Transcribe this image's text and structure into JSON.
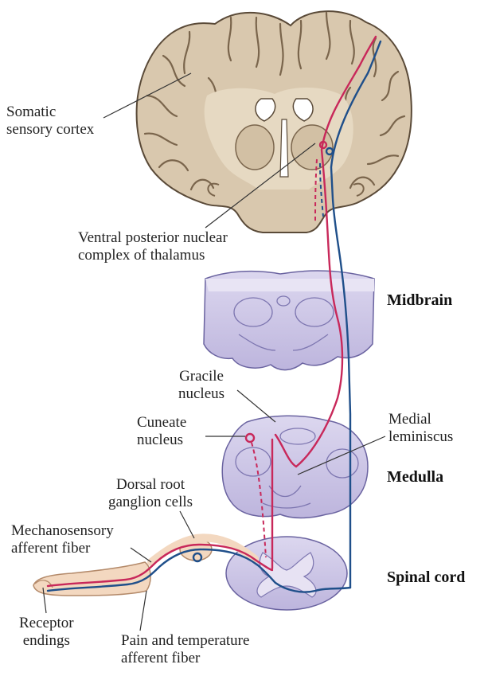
{
  "labels": {
    "somatic_cortex": [
      "Somatic",
      "sensory cortex"
    ],
    "thalamus": [
      "Ventral posterior nuclear",
      "complex of thalamus"
    ],
    "gracile": [
      "Gracile",
      "nucleus"
    ],
    "cuneate": [
      "Cuneate",
      "nucleus"
    ],
    "medial_lemniscus": [
      "Medial",
      "leminiscus"
    ],
    "drg": [
      "Dorsal root",
      "ganglion cells"
    ],
    "mechanosensory": [
      "Mechanosensory",
      "afferent fiber"
    ],
    "receptor": [
      "Receptor",
      "endings"
    ],
    "pain_temp": [
      "Pain and temperature",
      "afferent fiber"
    ]
  },
  "regions": {
    "midbrain": "Midbrain",
    "medulla": "Medulla",
    "spinal_cord": "Spinal cord"
  },
  "colors": {
    "mechanosensory_pathway": "#c8285a",
    "pain_temperature_pathway": "#1f4f8a",
    "brain_tissue": "#d9c8ae",
    "brain_outline": "#5a4a38",
    "brainstem_tissue": "#cfc9e6",
    "brainstem_outline": "#6a63a0",
    "skin": "#f3d8c0"
  }
}
